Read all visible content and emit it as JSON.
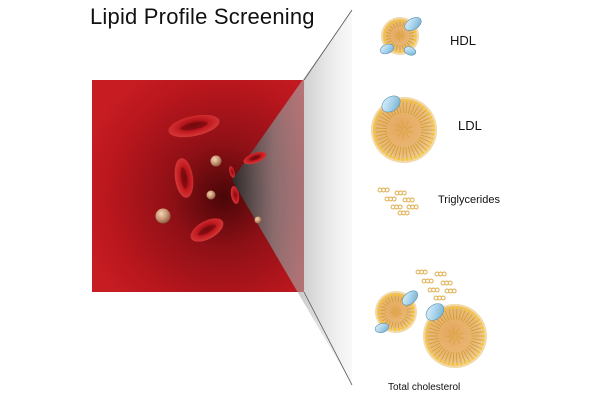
{
  "title": "Lipid Profile Screening",
  "labels": {
    "hdl": "HDL",
    "ldl": "LDL",
    "triglycerides": "Triglycerides",
    "total_cholesterol": "Total cholesterol"
  },
  "colors": {
    "blood_dark": "#7a0d12",
    "blood_mid": "#b3141c",
    "blood_light": "#d22a2e",
    "rbc": "#c7151d",
    "lipoprotein_fill": "#e7b872",
    "lipoprotein_edge": "#f2d9a5",
    "phospholipid_head": "#f4c430",
    "apoprotein": "#a9d4ec",
    "triglyceride_bead": "#e2b45a"
  }
}
